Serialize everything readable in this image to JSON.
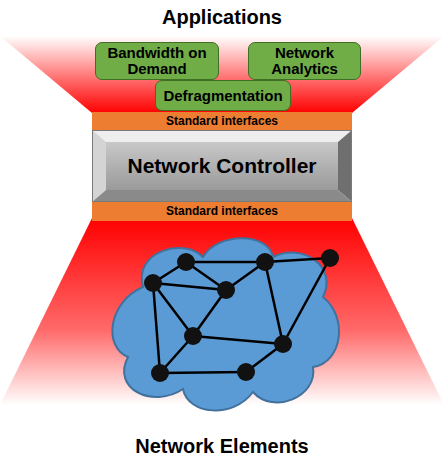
{
  "diagram": {
    "title": "Applications",
    "nodes": [
      {
        "text": [
          "Bandwidth on Demand"
        ]
      },
      {
        "text": [
          "Network Analytics"
        ]
      },
      {
        "text": [
          "Defragmentation"
        ]
      },
      {
        "text": [
          "Standard interfaces"
        ]
      },
      {
        "text": [
          "Network Controller"
        ]
      },
      {
        "text": [
          "Standard interfaces"
        ]
      },
      {
        "text": [
          "Network Elements"
        ]
      }
    ]
  }
}
